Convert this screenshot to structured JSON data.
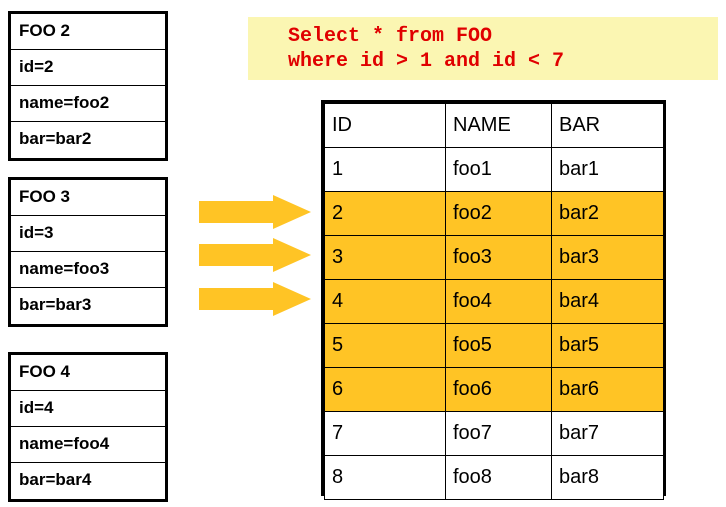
{
  "objects": [
    {
      "name": "object-card-foo2",
      "title": "FOO 2",
      "fields": [
        "id=2",
        "name=foo2",
        "bar=bar2"
      ]
    },
    {
      "name": "object-card-foo3",
      "title": "FOO 3",
      "fields": [
        "id=3",
        "name=foo3",
        "bar=bar3"
      ]
    },
    {
      "name": "object-card-foo4",
      "title": "FOO 4",
      "fields": [
        "id=4",
        "name=foo4",
        "bar=bar4"
      ]
    }
  ],
  "arrows": {
    "count": 3,
    "color": "#ffc425",
    "direction": "right"
  },
  "sql": {
    "line1": "Select * from FOO",
    "line2": "where id > 1 and id < 7",
    "background": "#fbf6b2",
    "text_color": "#e00000"
  },
  "table": {
    "headers": [
      "ID",
      "NAME",
      "BAR"
    ],
    "highlight_color": "#ffc425",
    "rows": [
      {
        "id": "1",
        "name": "foo1",
        "bar": "bar1",
        "highlighted": false
      },
      {
        "id": "2",
        "name": "foo2",
        "bar": "bar2",
        "highlighted": true
      },
      {
        "id": "3",
        "name": "foo3",
        "bar": "bar3",
        "highlighted": true
      },
      {
        "id": "4",
        "name": "foo4",
        "bar": "bar4",
        "highlighted": true
      },
      {
        "id": "5",
        "name": "foo5",
        "bar": "bar5",
        "highlighted": true
      },
      {
        "id": "6",
        "name": "foo6",
        "bar": "bar6",
        "highlighted": true
      },
      {
        "id": "7",
        "name": "foo7",
        "bar": "bar7",
        "highlighted": false
      },
      {
        "id": "8",
        "name": "foo8",
        "bar": "bar8",
        "highlighted": false
      }
    ]
  }
}
